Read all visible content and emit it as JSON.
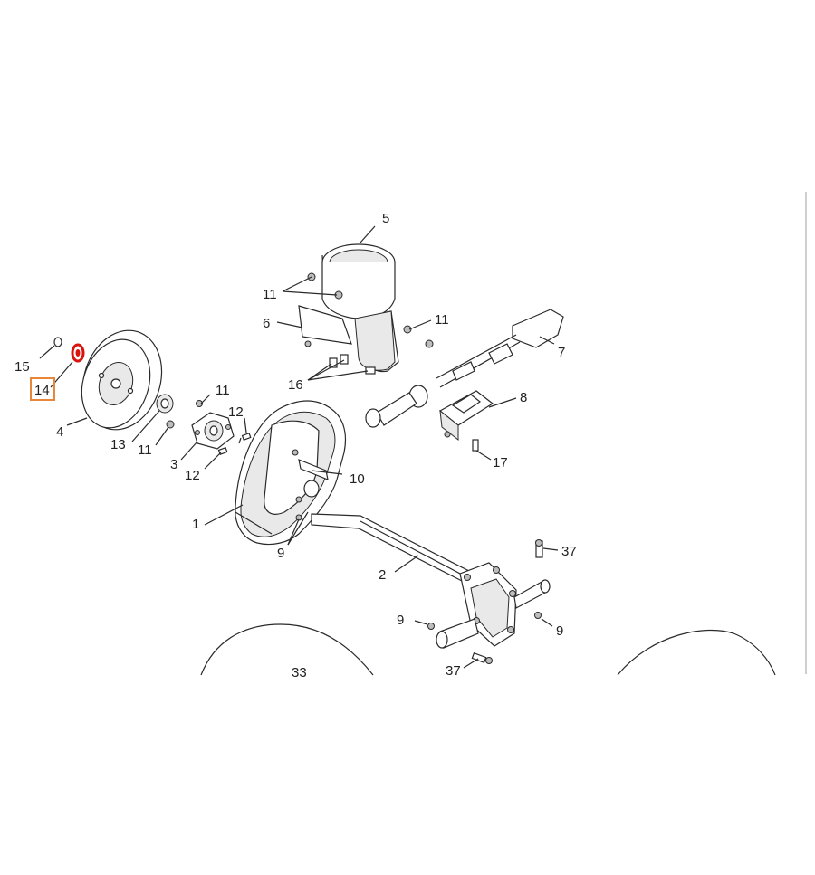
{
  "colors": {
    "highlight_box": "#e8863a",
    "highlight_part": "#d9140e",
    "line": "#2a2a2a"
  },
  "callouts": {
    "c1": "1",
    "c2": "2",
    "c3": "3",
    "c4": "4",
    "c5": "5",
    "c6": "6",
    "c7": "7",
    "c8": "8",
    "c9a": "9",
    "c9b": "9",
    "c9c": "9",
    "c10": "10",
    "c11a": "11",
    "c11b": "11",
    "c11c": "11",
    "c11d": "11",
    "c12a": "12",
    "c12b": "12",
    "c13": "13",
    "c14": "14",
    "c15": "15",
    "c16": "16",
    "c17": "17",
    "c33": "33",
    "c37a": "37",
    "c37b": "37"
  },
  "highlighted_callout": "14"
}
